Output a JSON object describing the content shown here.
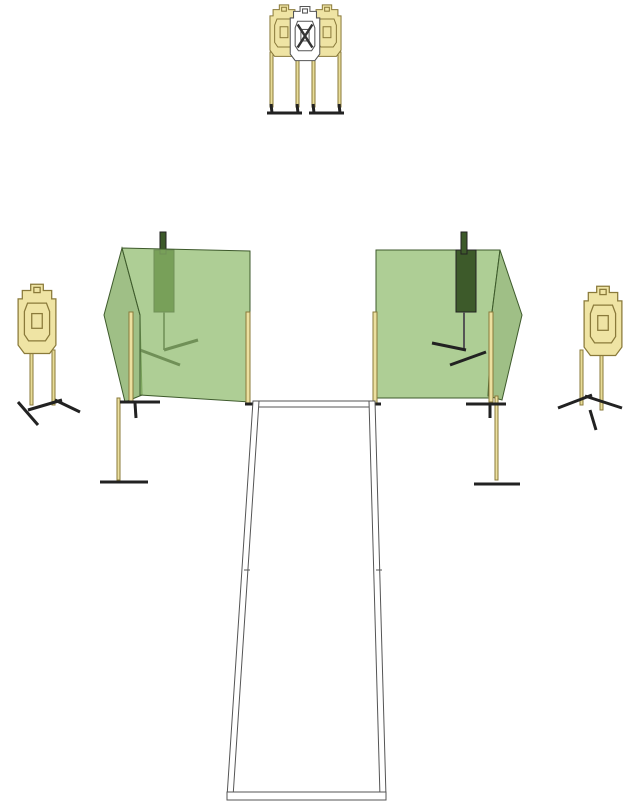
{
  "scene": {
    "type": "shooting-stage-diagram",
    "colors": {
      "target_fill": "#efe4a4",
      "target_stroke": "#8a7a3a",
      "no_shoot_fill": "#ffffff",
      "stand_post": "#e8dc98",
      "stand_base": "#2a2a2a",
      "wall_fill": "#7faa5e",
      "wall_stroke": "#3e5a2c",
      "fault_line": "#ffffff",
      "fault_line_stroke": "#444444"
    },
    "elements": [
      {
        "kind": "target",
        "name": "far-target-left"
      },
      {
        "kind": "no-shoot-target",
        "name": "far-no-shoot"
      },
      {
        "kind": "target",
        "name": "far-target-right"
      },
      {
        "kind": "wall",
        "name": "left-wall-front"
      },
      {
        "kind": "wall",
        "name": "left-wall-side"
      },
      {
        "kind": "wall",
        "name": "right-wall-front"
      },
      {
        "kind": "wall",
        "name": "right-wall-side"
      },
      {
        "kind": "target",
        "name": "left-edge-target"
      },
      {
        "kind": "target",
        "name": "right-edge-target"
      },
      {
        "kind": "target",
        "name": "left-hidden-target"
      },
      {
        "kind": "target",
        "name": "right-hidden-target"
      },
      {
        "kind": "fault-line",
        "name": "shooting-box"
      }
    ]
  }
}
